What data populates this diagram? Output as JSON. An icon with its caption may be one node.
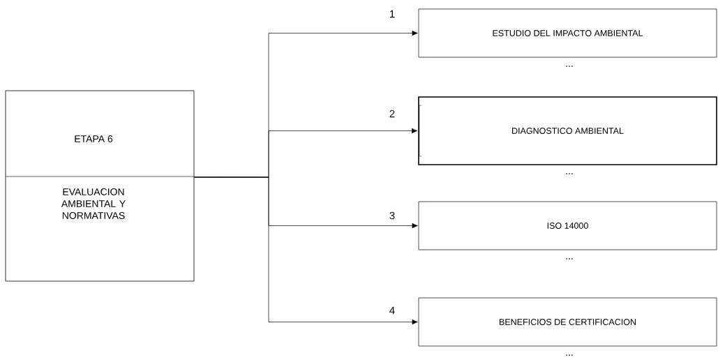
{
  "diagram": {
    "nodes": [
      {
        "text": [
          "ETAPA 6",
          "EVALUACION AMBIENTAL Y NORMATIVAS"
        ]
      },
      {
        "text": [
          "ESTUDIO DEL IMPACTO AMBIENTAL"
        ],
        "beside": [
          "..."
        ]
      },
      {
        "text": [
          "DIAGNOSTICO AMBIENTAL"
        ],
        "beside": [
          "..."
        ]
      },
      {
        "text": [
          "ISO 14000"
        ],
        "beside": [
          "..."
        ]
      },
      {
        "text": [
          "BENEFICIOS DE CERTIFICACION"
        ],
        "beside": [
          "..."
        ]
      }
    ],
    "edges": [
      {
        "from": 0,
        "to": 1,
        "arrow": "to",
        "label": "1"
      },
      {
        "from": 0,
        "to": 2,
        "arrow": "to",
        "label": "2"
      },
      {
        "from": 0,
        "to": 3,
        "arrow": "to",
        "label": "3"
      },
      {
        "from": 0,
        "to": 4,
        "arrow": "to",
        "label": "4"
      }
    ]
  }
}
